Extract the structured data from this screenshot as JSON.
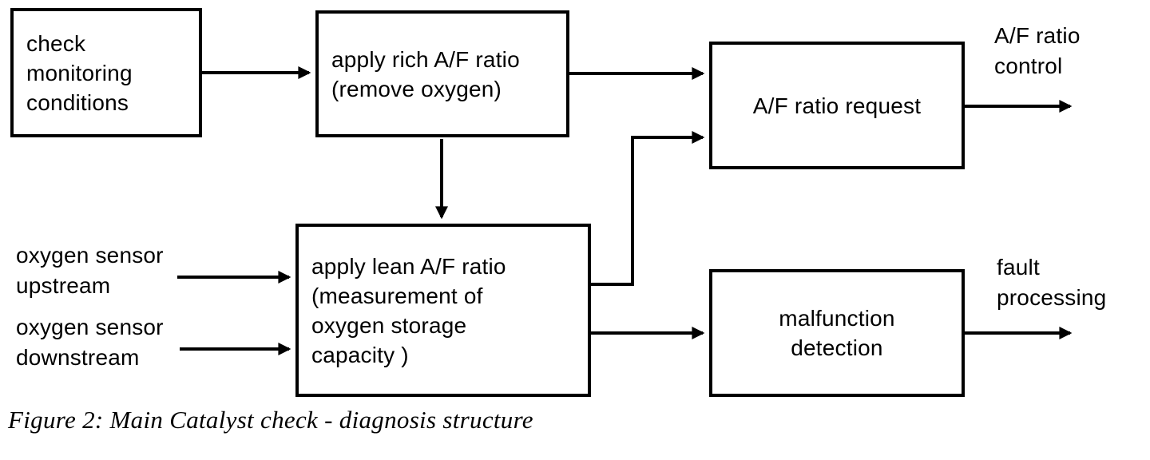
{
  "figure": {
    "caption": "Figure 2: Main Catalyst check - diagnosis structure",
    "nodes": {
      "check": {
        "label": "check\nmonitoring\nconditions"
      },
      "rich": {
        "label": "apply rich A/F ratio\n(remove oxygen)"
      },
      "request": {
        "label": "A/F ratio request"
      },
      "lean": {
        "label": "apply lean A/F ratio\n(measurement of\noxygen storage\ncapacity )"
      },
      "malfunction": {
        "label": "malfunction\ndetection"
      }
    },
    "inputs": {
      "upstream": {
        "label": "oxygen sensor\nupstream"
      },
      "downstream": {
        "label": "oxygen sensor\ndownstream"
      }
    },
    "outputs": {
      "af_control": {
        "label": "A/F ratio\ncontrol"
      },
      "fault": {
        "label": "fault\nprocessing"
      }
    },
    "edges": [
      {
        "from": "check monitoring conditions",
        "to": "apply rich A/F ratio"
      },
      {
        "from": "apply rich A/F ratio",
        "to": "A/F ratio request"
      },
      {
        "from": "apply rich A/F ratio",
        "to": "apply lean A/F ratio"
      },
      {
        "from": "apply lean A/F ratio",
        "to": "A/F ratio request"
      },
      {
        "from": "apply lean A/F ratio",
        "to": "malfunction detection"
      },
      {
        "from": "oxygen sensor upstream",
        "to": "apply lean A/F ratio"
      },
      {
        "from": "oxygen sensor downstream",
        "to": "apply lean A/F ratio"
      },
      {
        "from": "A/F ratio request",
        "to": "A/F ratio control"
      },
      {
        "from": "malfunction detection",
        "to": "fault processing"
      }
    ],
    "colors": {
      "ink": "#000000",
      "background": "#ffffff"
    }
  }
}
